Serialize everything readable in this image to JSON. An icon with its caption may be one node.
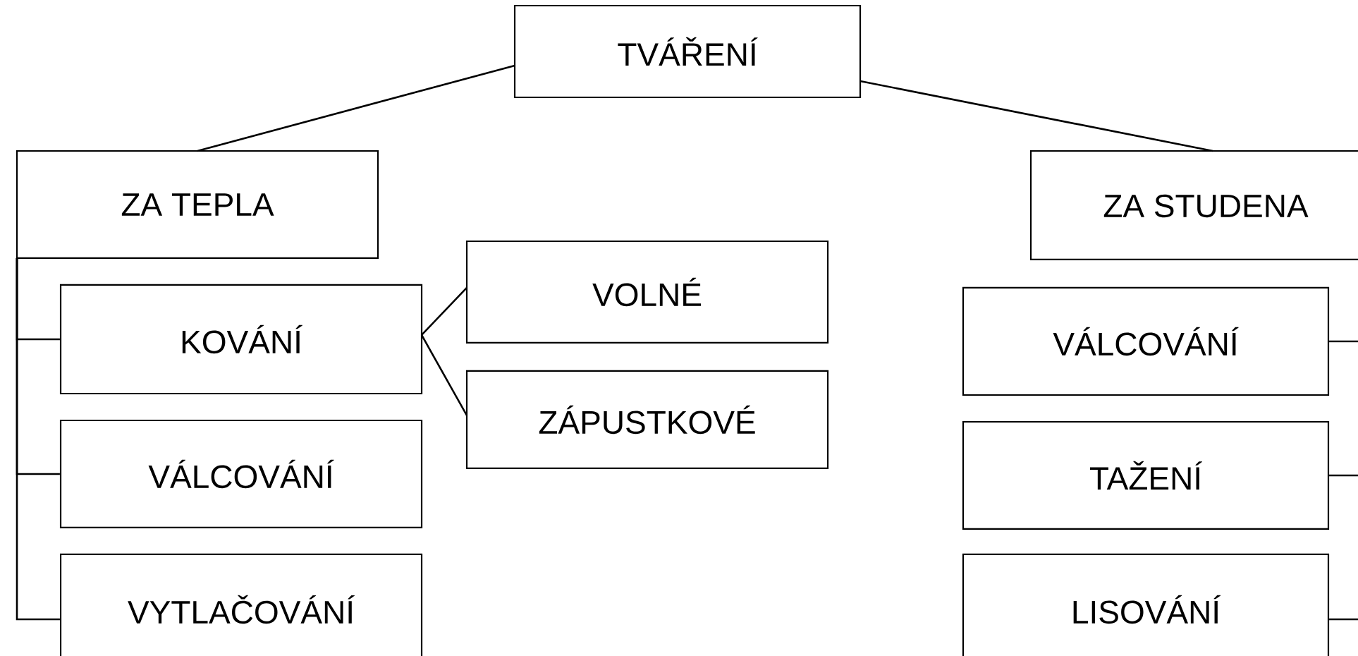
{
  "diagram": {
    "nodes": [
      {
        "text": [
          "TVÁŘENÍ"
        ]
      },
      {
        "text": [
          "ZA TEPLA"
        ]
      },
      {
        "text": [
          "ZA STUDENA"
        ]
      },
      {
        "text": [
          "KOVÁNÍ"
        ]
      },
      {
        "text": [
          "VOLNÉ"
        ]
      },
      {
        "text": [
          "ZÁPUSTKOVÉ"
        ]
      },
      {
        "text": [
          "VÁLCOVÁNÍ"
        ]
      },
      {
        "text": [
          "VYTLAČOVÁNÍ"
        ]
      },
      {
        "text": [
          "VÁLCOVÁNÍ"
        ]
      },
      {
        "text": [
          "TAŽENÍ"
        ]
      },
      {
        "text": [
          "LISOVÁNÍ"
        ]
      }
    ],
    "edges": [
      {
        "from": 0,
        "to": 1,
        "arrow": "none"
      },
      {
        "from": 0,
        "to": 2,
        "arrow": "none"
      },
      {
        "from": 1,
        "to": 3,
        "arrow": "none"
      },
      {
        "from": 1,
        "to": 6,
        "arrow": "none"
      },
      {
        "from": 1,
        "to": 7,
        "arrow": "none"
      },
      {
        "from": 3,
        "to": 4,
        "arrow": "none"
      },
      {
        "from": 3,
        "to": 5,
        "arrow": "none"
      },
      {
        "from": 2,
        "to": 8,
        "arrow": "none"
      },
      {
        "from": 2,
        "to": 9,
        "arrow": "none"
      },
      {
        "from": 2,
        "to": 10,
        "arrow": "none"
      }
    ]
  }
}
